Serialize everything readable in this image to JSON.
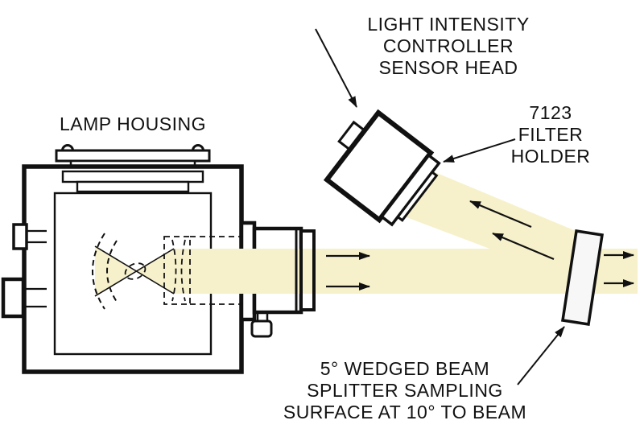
{
  "diagram": {
    "labels": {
      "lamp_housing": "LAMP HOUSING",
      "sensor_head_line1": "LIGHT INTENSITY",
      "sensor_head_line2": "CONTROLLER",
      "sensor_head_line3": "SENSOR HEAD",
      "filter_holder_line1": "7123",
      "filter_holder_line2": "FILTER",
      "filter_holder_line3": "HOLDER",
      "beam_splitter_line1": "5° WEDGED BEAM",
      "beam_splitter_line2": "SPLITTER SAMPLING",
      "beam_splitter_line3": "SURFACE AT 10° TO BEAM"
    },
    "colors": {
      "beam": "#f6f1cb",
      "line": "#111111",
      "background": "#ffffff",
      "splitter_fill": "#f7f7f7"
    }
  }
}
